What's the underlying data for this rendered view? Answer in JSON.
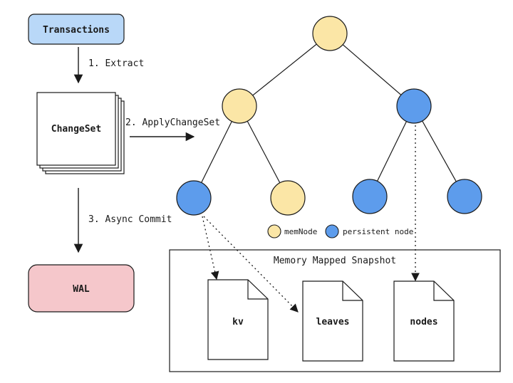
{
  "boxes": {
    "transactions": "Transactions",
    "changeset": "ChangeSet",
    "wal": "WAL"
  },
  "steps": {
    "extract": "1. Extract",
    "apply": "2. ApplyChangeSet",
    "commit": "3. Async Commit"
  },
  "legend": {
    "mem_node": "memNode",
    "persistent_node": "persistent node"
  },
  "snapshot": {
    "title": "Memory Mapped Snapshot",
    "files": [
      "kv",
      "leaves",
      "nodes"
    ]
  },
  "colors": {
    "transactions_fill": "#b9d8f8",
    "wal_fill": "#f5c7cb",
    "mem_node": "#fbe6a6",
    "persistent_node": "#5d9cec",
    "stroke": "#1a1a1a"
  }
}
